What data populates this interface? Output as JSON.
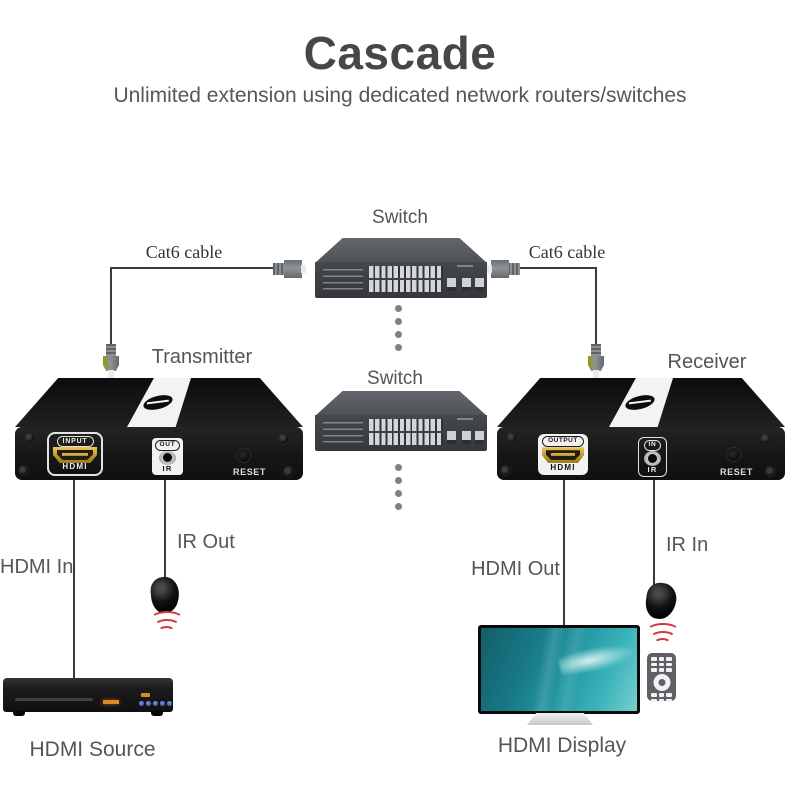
{
  "header": {
    "title": "Cascade",
    "subtitle": "Unlimited extension using dedicated network routers/switches"
  },
  "network": {
    "switch_top_label": "Switch",
    "switch_bottom_label": "Switch",
    "cable_left_label": "Cat6 cable",
    "cable_right_label": "Cat6 cable"
  },
  "transmitter": {
    "title": "Transmitter",
    "hdmi_port_type": "INPUT",
    "hdmi_port_name": "HDMI",
    "ir_port_type": "OUT",
    "ir_port_name": "IR",
    "reset_label": "RESET",
    "connection_hdmi": "HDMI In",
    "connection_ir": "IR Out",
    "endpoint_label": "HDMI Source"
  },
  "receiver": {
    "title": "Receiver",
    "hdmi_port_type": "OUTPUT",
    "hdmi_port_name": "HDMI",
    "ir_port_type": "IN",
    "ir_port_name": "IR",
    "reset_label": "RESET",
    "connection_hdmi": "HDMI Out",
    "connection_ir": "IR In",
    "endpoint_label": "HDMI Display"
  },
  "colors": {
    "text": "#555555",
    "cable": "#3b3b3b",
    "ir_wave_red": "#d03a3a",
    "hdmi_gold": "#c1952a"
  }
}
